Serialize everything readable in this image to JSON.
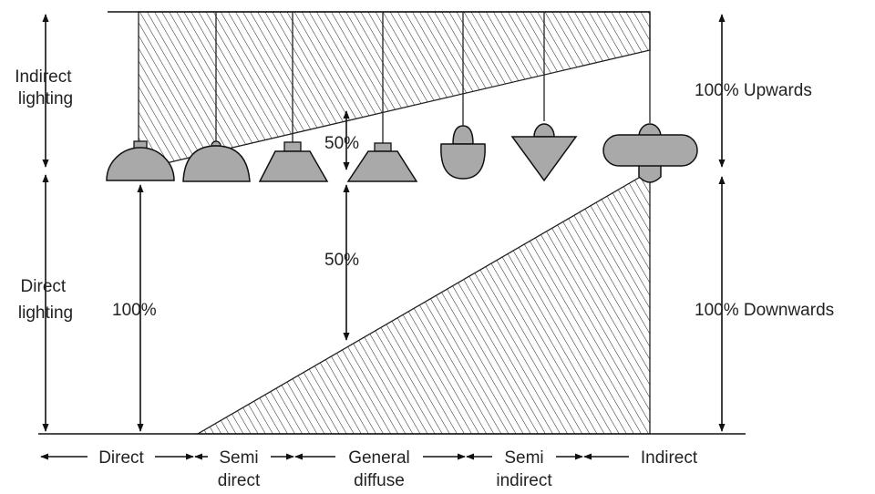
{
  "labels": {
    "indirect_lighting": [
      "Indirect",
      "lighting"
    ],
    "direct_lighting": [
      "Direct",
      "lighting"
    ],
    "upwards": "100% Upwards",
    "downwards": "100% Downwards",
    "direct_100": "100%",
    "upper_50": "50%",
    "lower_50": "50%"
  },
  "classes": [
    {
      "line1": "Direct",
      "line2": ""
    },
    {
      "line1": "Semi",
      "line2": "direct"
    },
    {
      "line1": "General",
      "line2": "diffuse"
    },
    {
      "line1": "Semi",
      "line2": "indirect"
    },
    {
      "line1": "Indirect",
      "line2": ""
    }
  ],
  "colors": {
    "fixture_fill": "#a9a9a9",
    "line": "#111111",
    "background": "#ffffff"
  },
  "fixtures": [
    {
      "name": "direct-bowl-fixture",
      "shape": "dome"
    },
    {
      "name": "semi-direct-dome-fixture",
      "shape": "dome"
    },
    {
      "name": "semi-direct-trapezoid-fixture",
      "shape": "trapezoid"
    },
    {
      "name": "general-diffuse-fixture",
      "shape": "trapezoid"
    },
    {
      "name": "semi-indirect-bulb-fixture",
      "shape": "bulb"
    },
    {
      "name": "semi-indirect-cone-fixture",
      "shape": "inverted-triangle"
    },
    {
      "name": "indirect-bowl-fixture",
      "shape": "bowl"
    }
  ]
}
